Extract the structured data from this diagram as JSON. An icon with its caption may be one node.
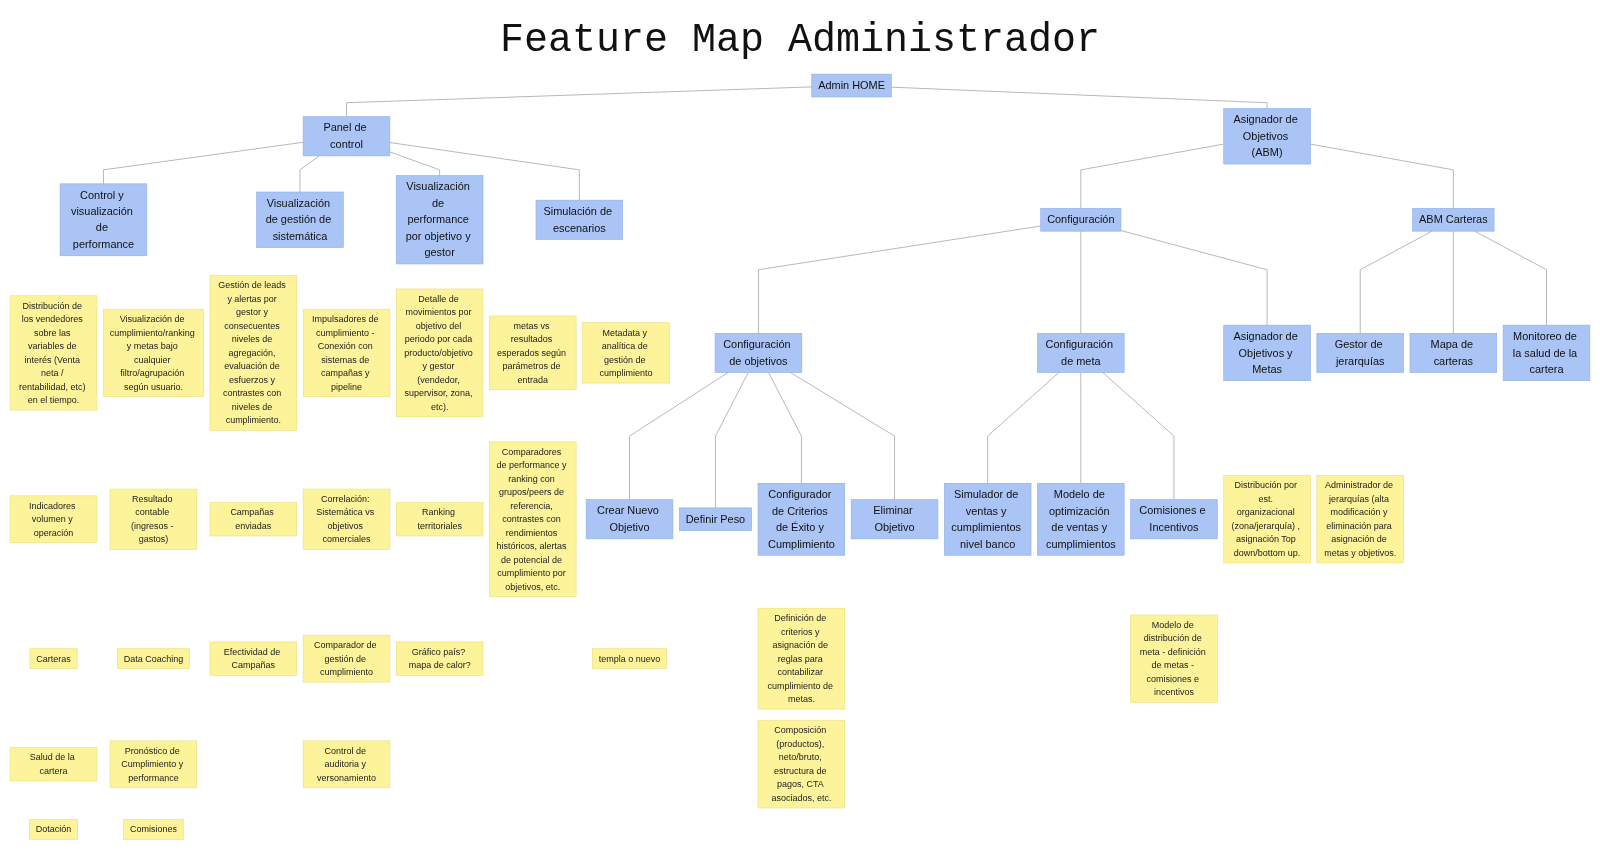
{
  "diagram": {
    "title": "Feature Map Administrador",
    "nodes": [
      {
        "text": [
          "Admin HOME"
        ]
      },
      {
        "text": [
          "Panel de control"
        ]
      },
      {
        "text": [
          "Asignador de Objetivos (ABM)"
        ]
      },
      {
        "text": [
          "Control y visualización de performance"
        ]
      },
      {
        "text": [
          "Visualización de gestión de sistemática"
        ]
      },
      {
        "text": [
          "Visualización de performance por objetivo y gestor"
        ]
      },
      {
        "text": [
          "Simulación de escenarios"
        ]
      },
      {
        "text": [
          "Configuración"
        ]
      },
      {
        "text": [
          "ABM Carteras"
        ]
      },
      {
        "text": [
          "Configuración de objetivos"
        ]
      },
      {
        "text": [
          "Configuración de meta"
        ]
      },
      {
        "text": [
          "Asignador de Objetivos y Metas"
        ]
      },
      {
        "text": [
          "Crear Nuevo Objetivo"
        ]
      },
      {
        "text": [
          "Definir Peso"
        ]
      },
      {
        "text": [
          "Configurador de Criterios de Éxito y Cumplimiento"
        ]
      },
      {
        "text": [
          "Eliminar Objetivo"
        ]
      },
      {
        "text": [
          "Simulador de ventas y cumplimientos nivel banco"
        ]
      },
      {
        "text": [
          "Modelo de optimización de ventas y cumplimientos"
        ]
      },
      {
        "text": [
          "Comisiones e Incentivos"
        ]
      },
      {
        "text": [
          "Gestor de jerarquías"
        ]
      },
      {
        "text": [
          "Mapa de carteras"
        ]
      },
      {
        "text": [
          "Monitoreo de la salud de la cartera"
        ]
      },
      {
        "text": [
          "Distribución de los vendedores sobre las variables de interés (Venta neta / rentabilidad, etc) en el tiempo."
        ]
      },
      {
        "text": [
          "Visualización de cumplimiento/ranking y metas bajo cualquier filtro/agrupación según usuario."
        ]
      },
      {
        "text": [
          "Indicadores volumen y operación"
        ]
      },
      {
        "text": [
          "Carteras"
        ]
      },
      {
        "text": [
          "Comisiones"
        ]
      },
      {
        "text": [
          "Salud de la cartera"
        ]
      },
      {
        "text": [
          "Dotación"
        ]
      },
      {
        "text": [
          "Resultado contable (ingresos - gastos)"
        ]
      },
      {
        "text": [
          "Data Coaching"
        ]
      },
      {
        "text": [
          "Pronóstico de Cumplimiento y performance"
        ]
      },
      {
        "text": [
          "Gestión de leads y alertas por gestor y consecuentes niveles de agregación, evaluación de esfuerzos y contrastes con niveles de cumplimiento."
        ]
      },
      {
        "text": [
          "Campañas enviadas"
        ]
      },
      {
        "text": [
          "Efectividad de Campañas"
        ]
      },
      {
        "text": [
          "Impulsadores de cumplimiento - Conexión con sistemas de campañas y pipeline"
        ]
      },
      {
        "text": [
          "Correlación: Sistemática vs objetivos comerciales"
        ]
      },
      {
        "text": [
          "Comparador de gestión de cumplimiento"
        ]
      },
      {
        "text": [
          "Control de auditoria y versonamiento"
        ]
      },
      {
        "text": [
          "Detalle de movimientos por objetivo del periodo por cada producto/objetivo y gestor (vendedor, supervisor, zona, etc)."
        ]
      },
      {
        "text": [
          "Ranking territoriales"
        ]
      },
      {
        "text": [
          "Gráfico país? mapa de calor?"
        ]
      },
      {
        "text": [
          "metas vs resultados esperados según parámetros de entrada"
        ]
      },
      {
        "text": [
          "Metadata y analítica de gestión de cumplimiento"
        ]
      },
      {
        "text": [
          "Comparadores de performance y ranking con grupos/peers de referencia, contrastes con rendimientos históricos, alertas de potencial de cumplimiento por objetivos, etc."
        ]
      },
      {
        "text": [
          "templa o nuevo"
        ]
      },
      {
        "text": [
          "Definición de criterios y asignación de reglas para contabilizar cumplimiento de metas."
        ]
      },
      {
        "text": [
          "Composición (productos), neto/bruto, estructura de pagos, CTA asociados, etc."
        ]
      },
      {
        "text": [
          "Modelo de distribución de meta - definición de metas - comisiones e incentivos"
        ]
      },
      {
        "text": [
          "Distribución por est. organizacional (zona/jerarquía) , asignación Top down/bottom up."
        ]
      },
      {
        "text": [
          "Administrador de jerarquías (alta modificación y eliminación para asignación de metas y objetivos."
        ]
      }
    ],
    "edges": [
      {
        "from": 0,
        "to": 1,
        "arrow": "none"
      },
      {
        "from": 0,
        "to": 2,
        "arrow": "none"
      },
      {
        "from": 1,
        "to": 3,
        "arrow": "none"
      },
      {
        "from": 1,
        "to": 4,
        "arrow": "none"
      },
      {
        "from": 1,
        "to": 5,
        "arrow": "none"
      },
      {
        "from": 1,
        "to": 6,
        "arrow": "none"
      },
      {
        "from": 2,
        "to": 7,
        "arrow": "none"
      },
      {
        "from": 2,
        "to": 8,
        "arrow": "none"
      },
      {
        "from": 7,
        "to": 9,
        "arrow": "none"
      },
      {
        "from": 7,
        "to": 10,
        "arrow": "none"
      },
      {
        "from": 7,
        "to": 11,
        "arrow": "none"
      },
      {
        "from": 9,
        "to": 12,
        "arrow": "none"
      },
      {
        "from": 9,
        "to": 13,
        "arrow": "none"
      },
      {
        "from": 9,
        "to": 14,
        "arrow": "none"
      },
      {
        "from": 9,
        "to": 15,
        "arrow": "none"
      },
      {
        "from": 10,
        "to": 16,
        "arrow": "none"
      },
      {
        "from": 10,
        "to": 17,
        "arrow": "none"
      },
      {
        "from": 10,
        "to": 18,
        "arrow": "none"
      },
      {
        "from": 8,
        "to": 19,
        "arrow": "none"
      },
      {
        "from": 8,
        "to": 20,
        "arrow": "none"
      },
      {
        "from": 8,
        "to": 21,
        "arrow": "none"
      }
    ]
  }
}
